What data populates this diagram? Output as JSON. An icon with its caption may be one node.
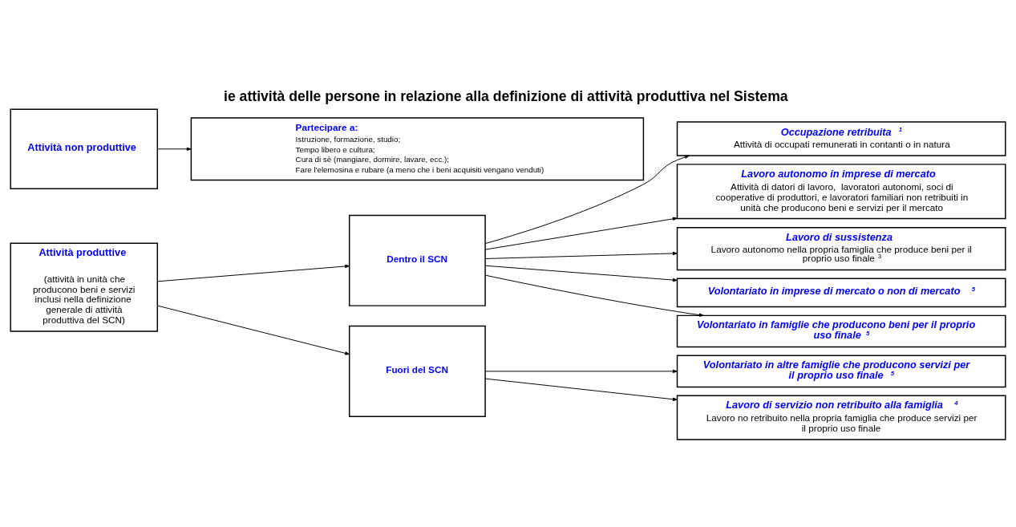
{
  "diagram": {
    "title": "ie attività delle persone in relazione alla definizione di attività produttiva nel Sistema",
    "nodes": [
      {
        "text": [
          "Attività produttive",
          "(attività in unità che producono beni e servizi inclusi nella definizione generale di attività produttiva del SCN)"
        ]
      },
      {
        "text": [
          "Dentro il SCN"
        ]
      },
      {
        "text": [
          "Fuori del SCN"
        ]
      },
      {
        "text": [
          "Occupazione retribuita $^{1}$",
          "Attività di occupati remunerati in contanti o in natura"
        ]
      },
      {
        "text": [
          "Lavoro autonomo in imprese di mercato",
          "Attività di datori di lavoro,  lavoratori autonomi, soci di cooperative di produttori, e lavoratori familiari non retribuiti in unità che producono beni e servizi per il mercato"
        ]
      },
      {
        "text": [
          "Lavoro di sussistenza",
          "Lavoro autonomo nella propria famiglia che produce beni per il proprio uso finale $^{3}$"
        ]
      },
      {
        "text": [
          "Volontariato in imprese di mercato o non di mercato $^{5}$"
        ]
      },
      {
        "text": [
          "Volontariato in famiglie che producono beni per il proprio uso finale $^{5}$"
        ]
      },
      {
        "text": [
          "Volontariato in altre famiglie che producono servizi per il proprio uso finale $^{5}$"
        ]
      },
      {
        "text": [
          "Lavoro di servizio non retribuito alla famiglia $^{4}$",
          "Lavoro no retribuito nella propria famiglia che produce servizi per il proprio uso finale"
        ]
      },
      {
        "text": [
          "Attività non produttive"
        ]
      },
      {
        "text": [
          "Partecipare a:",
          "Istruzione, formazione, studio;",
          "Tempo libero e cultura;",
          "Cura di sè (mangiare, dormire, lavare, ecc.);",
          "Fare l'elemosina e rubare (a meno che i beni acquisiti vengano venduti)"
        ]
      }
    ],
    "edges": [
      {
        "from": 0,
        "to": 1,
        "arrow": "to"
      },
      {
        "from": 0,
        "to": 2,
        "arrow": "to"
      },
      {
        "from": 1,
        "to": 3,
        "arrow": "to"
      },
      {
        "from": 1,
        "to": 4,
        "arrow": "to"
      },
      {
        "from": 1,
        "to": 5,
        "arrow": "to"
      },
      {
        "from": 1,
        "to": 6,
        "arrow": "to"
      },
      {
        "from": 1,
        "to": 7,
        "arrow": "to"
      },
      {
        "from": 2,
        "to": 8,
        "arrow": "to"
      },
      {
        "from": 2,
        "to": 9,
        "arrow": "to"
      },
      {
        "from": 10,
        "to": 11,
        "arrow": "to"
      }
    ]
  }
}
